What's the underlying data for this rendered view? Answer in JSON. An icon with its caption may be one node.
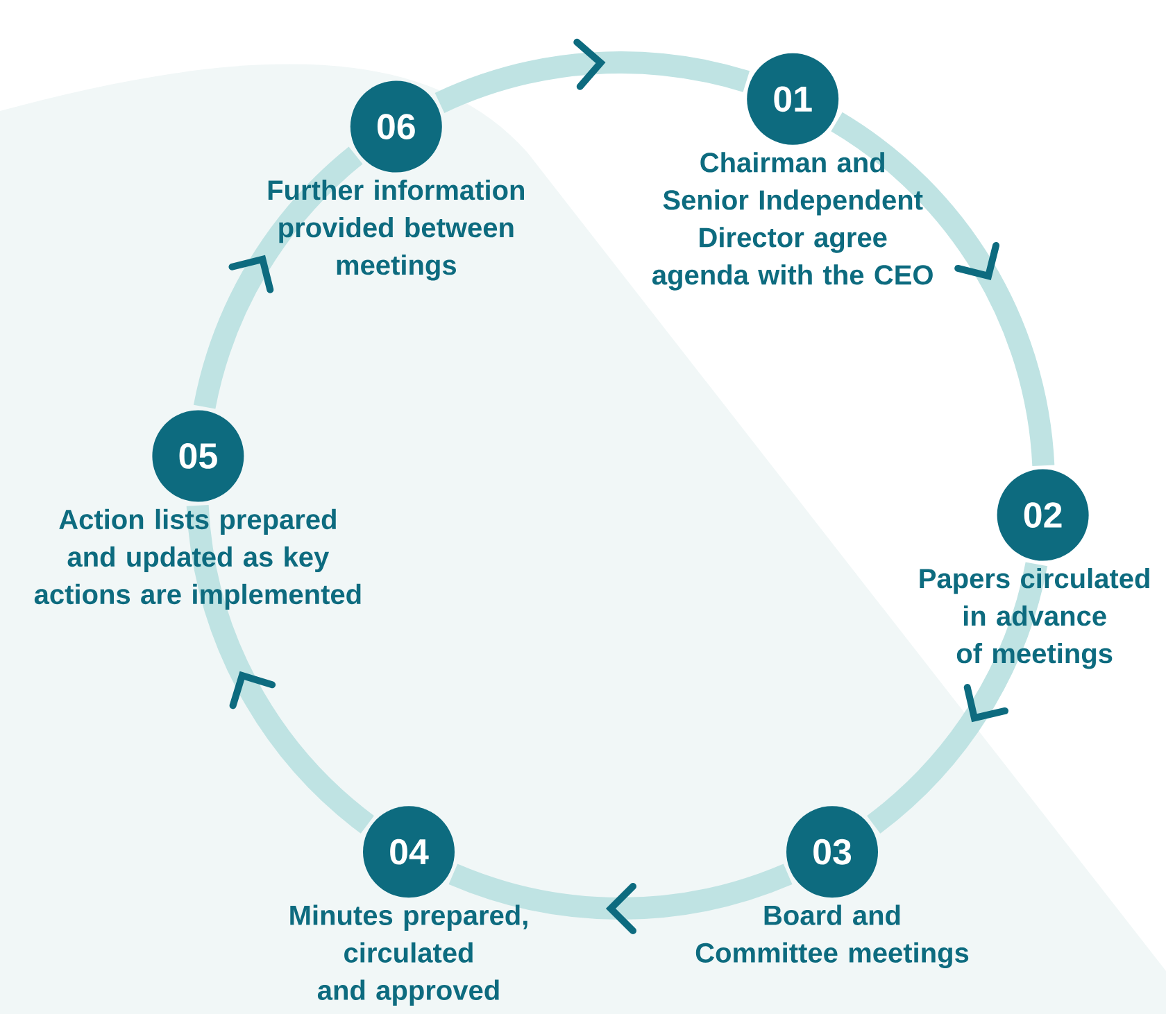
{
  "diagram": {
    "nodes": [
      {
        "text": [
          "01",
          "Chairman and Senior Independent Director agree agenda with the CEO"
        ]
      },
      {
        "text": [
          "02",
          "Papers circulated in advance of meetings"
        ]
      },
      {
        "text": [
          "03",
          "Board and Committee meetings"
        ]
      },
      {
        "text": [
          "04",
          "Minutes prepared, circulated and approved"
        ]
      },
      {
        "text": [
          "05",
          "Action lists prepared and updated as key actions are implemented"
        ]
      },
      {
        "text": [
          "06",
          "Further information provided between meetings"
        ]
      }
    ],
    "edges": [
      {
        "from": 0,
        "to": 1,
        "arrow": "to"
      },
      {
        "from": 1,
        "to": 2,
        "arrow": "to"
      },
      {
        "from": 2,
        "to": 3,
        "arrow": "to"
      },
      {
        "from": 3,
        "to": 4,
        "arrow": "to"
      },
      {
        "from": 4,
        "to": 5,
        "arrow": "to"
      },
      {
        "from": 5,
        "to": 0,
        "arrow": "to"
      }
    ]
  }
}
